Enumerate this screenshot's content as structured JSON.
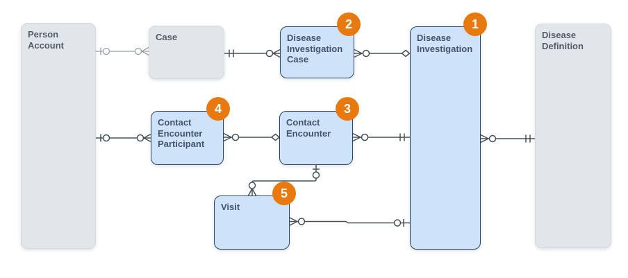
{
  "diagram_type": "entity-relationship-diagram",
  "entities": [
    {
      "id": "person-account",
      "label": "Person Account",
      "style": "secondary",
      "badge": null
    },
    {
      "id": "case",
      "label": "Case",
      "style": "secondary",
      "badge": null
    },
    {
      "id": "disease-investigation-case",
      "label": "Disease Investigation Case",
      "style": "primary",
      "badge": "2"
    },
    {
      "id": "disease-investigation",
      "label": "Disease Investigation",
      "style": "primary",
      "badge": "1"
    },
    {
      "id": "disease-definition",
      "label": "Disease Definition",
      "style": "secondary",
      "badge": null
    },
    {
      "id": "contact-encounter-participant",
      "label": "Contact Encounter Participant",
      "style": "primary",
      "badge": "4"
    },
    {
      "id": "contact-encounter",
      "label": "Contact Encounter",
      "style": "primary",
      "badge": "3"
    },
    {
      "id": "visit",
      "label": "Visit",
      "style": "primary",
      "badge": "5"
    }
  ],
  "relationships": [
    {
      "from": "Person Account",
      "to": "Case",
      "from_cardinality": "zero-or-one",
      "to_cardinality": "zero-or-many",
      "line_style": "light"
    },
    {
      "from": "Case",
      "to": "Disease Investigation Case",
      "from_cardinality": "exactly-one",
      "to_cardinality": "zero-or-many",
      "line_style": "dark"
    },
    {
      "from": "Disease Investigation Case",
      "to": "Disease Investigation",
      "from_cardinality": "zero-or-many",
      "to_cardinality": "diamond",
      "line_style": "dark"
    },
    {
      "from": "Person Account",
      "to": "Contact Encounter Participant",
      "from_cardinality": "zero-or-one",
      "to_cardinality": "zero-or-many",
      "line_style": "dark"
    },
    {
      "from": "Contact Encounter Participant",
      "to": "Contact Encounter",
      "from_cardinality": "zero-or-many",
      "to_cardinality": "diamond",
      "line_style": "dark"
    },
    {
      "from": "Contact Encounter",
      "to": "Disease Investigation",
      "from_cardinality": "zero-or-many",
      "to_cardinality": "exactly-one",
      "line_style": "dark"
    },
    {
      "from": "Contact Encounter",
      "to": "Visit",
      "from_cardinality": "zero-or-one",
      "to_cardinality": "zero-or-many",
      "line_style": "dark"
    },
    {
      "from": "Visit",
      "to": "Disease Investigation",
      "from_cardinality": "zero-or-many",
      "to_cardinality": "zero-or-one",
      "line_style": "dark"
    },
    {
      "from": "Disease Investigation",
      "to": "Disease Definition",
      "from_cardinality": "zero-or-many",
      "to_cardinality": "exactly-one",
      "line_style": "dark"
    }
  ],
  "colors": {
    "canvas-bg": "#ffffff",
    "accent-orange": "#E8790F",
    "blue-fill": "#CEE2F9",
    "blue-border": "#274664",
    "blue-text": "#44546B",
    "gray-fill": "#E2E6EA",
    "gray-border": "#D3D8DD",
    "gray-text": "#515D69",
    "line-dark": "#455059",
    "line-light": "#98A0A8"
  }
}
